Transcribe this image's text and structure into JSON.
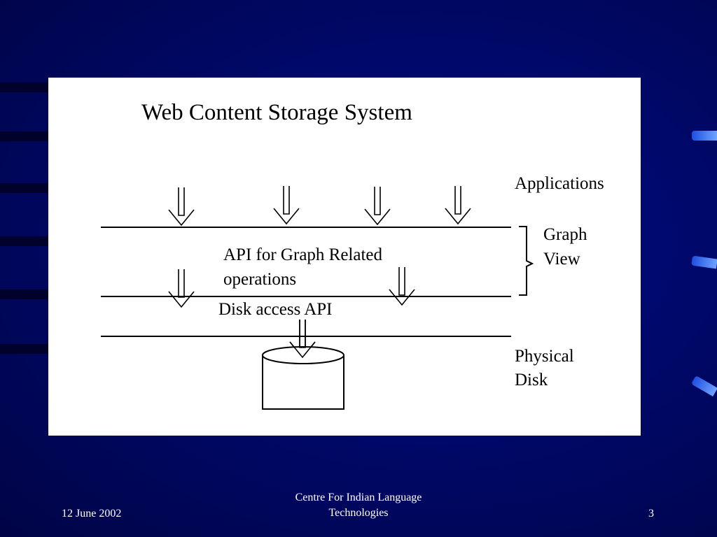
{
  "slide": {
    "title": "Web Content Storage System",
    "labels": {
      "applications": "Applications",
      "graph_view_line1": "Graph",
      "graph_view_line2": "View",
      "api_graph_line1": "API for Graph Related",
      "api_graph_line2": "operations",
      "disk_access_api": "Disk access API",
      "physical_disk_line1": "Physical",
      "physical_disk_line2": "Disk"
    }
  },
  "footer": {
    "date": "12 June 2002",
    "org_line1": "Centre For Indian Language",
    "org_line2": "Technologies",
    "page_number": "3"
  },
  "colors": {
    "background": "#000a5e",
    "panel": "#ffffff",
    "footer_text": "#ffffff"
  }
}
